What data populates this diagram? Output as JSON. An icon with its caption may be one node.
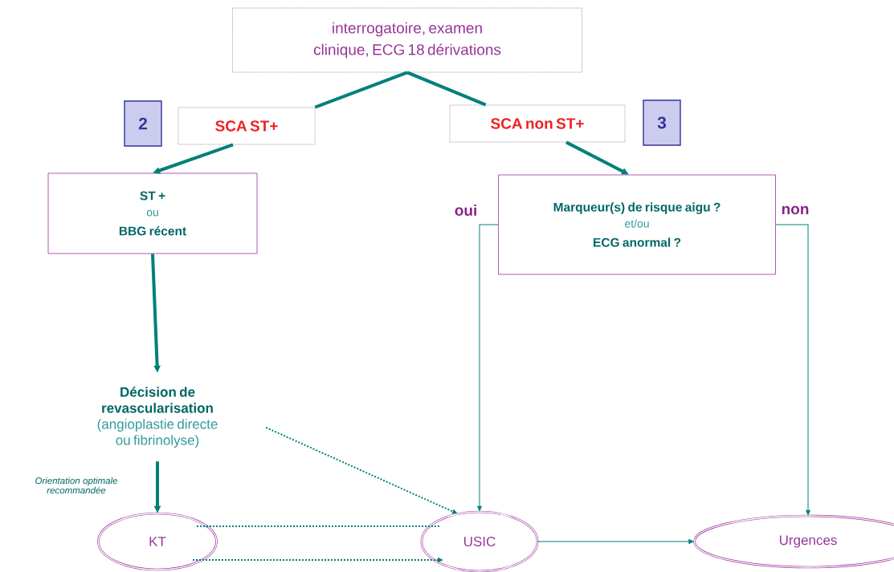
{
  "diagram": {
    "nodes": [
      {
        "text": [
          "interrogatoire, examen clinique, ECG 18 dérivations"
        ]
      },
      {
        "text": [
          "2"
        ]
      },
      {
        "text": [
          "SCA ST+"
        ]
      },
      {
        "text": [
          "SCA non ST+"
        ]
      },
      {
        "text": [
          "3"
        ]
      },
      {
        "text": [
          "ST +",
          "ou",
          "BBG récent"
        ]
      },
      {
        "text": [
          "Marqueur(s) de risque aigu ?",
          "et/ou",
          "ECG anormal ?"
        ]
      },
      {
        "text": [
          "Décision de revascularisation",
          "(angioplastie directe ou fibrinolyse)"
        ]
      },
      {
        "text": [
          "KT"
        ]
      },
      {
        "text": [
          "USIC"
        ]
      },
      {
        "text": [
          "Urgences"
        ]
      }
    ],
    "edges": [
      {
        "from": 0,
        "to": 2,
        "arrow": "none",
        "style": "thick"
      },
      {
        "from": 0,
        "to": 3,
        "arrow": "none",
        "style": "thick"
      },
      {
        "from": 2,
        "to": 5,
        "arrow": "to",
        "style": "thick"
      },
      {
        "from": 3,
        "to": 6,
        "arrow": "to",
        "style": "thick"
      },
      {
        "from": 5,
        "to": 7,
        "arrow": "to",
        "style": "thick"
      },
      {
        "from": 7,
        "to": 8,
        "arrow": "to",
        "style": "thick",
        "label": "Orientation optimale recommandée"
      },
      {
        "from": 7,
        "to": 9,
        "arrow": "to",
        "style": "dashed"
      },
      {
        "from": 8,
        "to": 9,
        "arrow": "none",
        "style": "dashed"
      },
      {
        "from": 8,
        "to": 9,
        "arrow": "to",
        "style": "dashed"
      },
      {
        "from": 6,
        "to": 9,
        "arrow": "to",
        "label": "oui"
      },
      {
        "from": 6,
        "to": 10,
        "arrow": "to",
        "label": "non"
      },
      {
        "from": 9,
        "to": 10,
        "arrow": "to"
      }
    ]
  }
}
